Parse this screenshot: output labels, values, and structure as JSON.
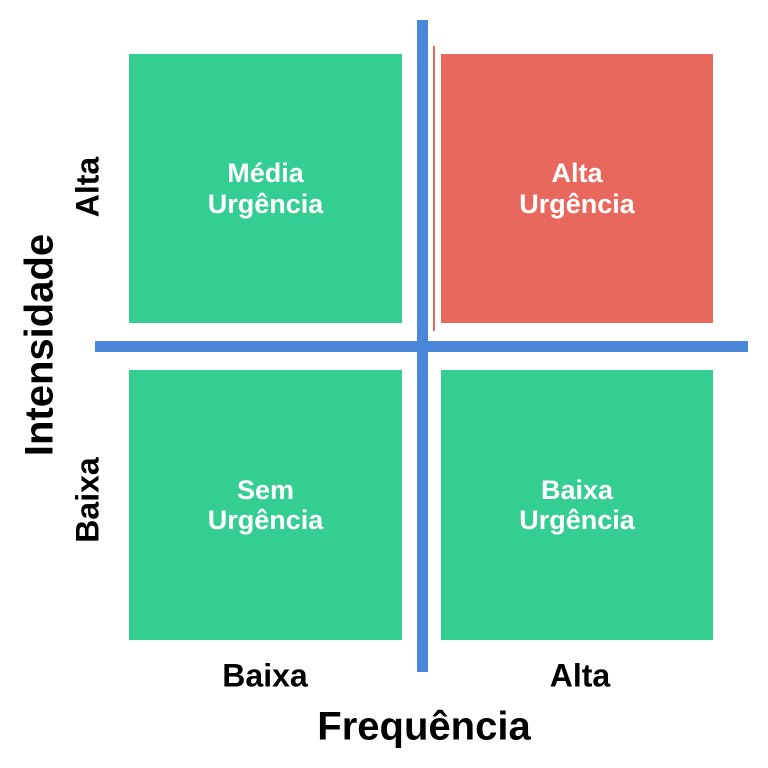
{
  "matrix": {
    "name": "urgency-quadrant-matrix",
    "quadrants": {
      "top_left": {
        "line1": "Média",
        "line2": "Urgência",
        "color": "#35ce92"
      },
      "top_right": {
        "line1": "Alta",
        "line2": "Urgência",
        "color": "#e8685d"
      },
      "bottom_left": {
        "line1": "Sem",
        "line2": "Urgência",
        "color": "#35ce92"
      },
      "bottom_right": {
        "line1": "Baixa",
        "line2": "Urgência",
        "color": "#35ce92"
      }
    },
    "axes": {
      "y": {
        "title": "Intensidade",
        "top_label": "Alta",
        "bottom_label": "Baixa"
      },
      "x": {
        "title": "Frequência",
        "left_label": "Baixa",
        "right_label": "Alta"
      }
    },
    "colors": {
      "quadrant_green": "#35ce92",
      "quadrant_red": "#e8685d",
      "axis_line_blue": "#4a87db",
      "axis_text_black": "#000000",
      "quadrant_text_white": "#ffffff",
      "frame_white": "#ffffff",
      "background": "#ffffff"
    }
  }
}
